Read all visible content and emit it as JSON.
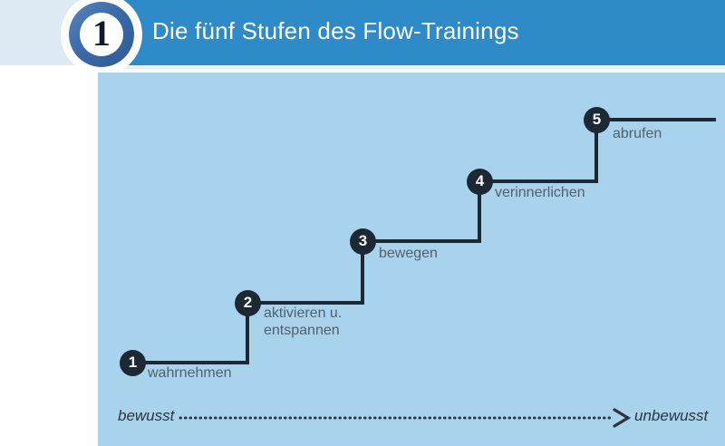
{
  "header": {
    "title": "Die fünf Stufen des Flow-Trainings",
    "logo_glyph": "1",
    "bar_color": "#2e8bc8",
    "strip_color": "#dde9f3",
    "title_color": "#ffffff"
  },
  "panel": {
    "background_color": "#a9d3ec"
  },
  "diagram": {
    "line_color": "#1d2835",
    "node_fill": "#1d2835",
    "node_text_color": "#ffffff",
    "label_color": "#52606d",
    "steps": [
      {
        "number": "1",
        "label": "wahrnehmen"
      },
      {
        "number": "2",
        "label": "aktivieren u. entspannen"
      },
      {
        "number": "3",
        "label": "bewegen"
      },
      {
        "number": "4",
        "label": "verinnerlichen"
      },
      {
        "number": "5",
        "label": "abrufen"
      }
    ],
    "step2_line1": "aktivieren u.",
    "step2_line2": "entspannen"
  },
  "axis": {
    "left_label": "bewusst",
    "right_label": "unbewusst",
    "style": "dotted-arrow",
    "color": "#2b3440"
  }
}
